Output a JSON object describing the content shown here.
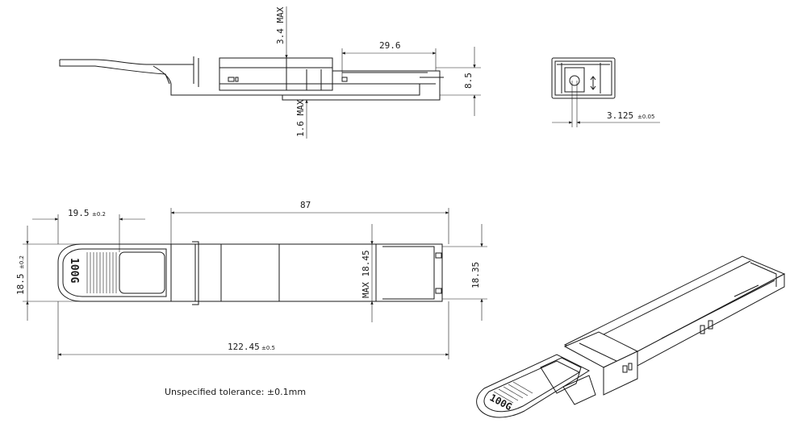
{
  "dimensions": {
    "top_max_upper": "3.4 MAX",
    "top_length": "29.6",
    "top_height": "8.5",
    "top_max_lower": "1.6 MAX",
    "end_offset_value": "3.125",
    "end_offset_tol": "±0.05",
    "latch_length_value": "19.5",
    "latch_length_tol": "±0.2",
    "body_length": "87",
    "width_left_value": "18.5",
    "width_left_tol": "±0.2",
    "width_max": "MAX 18.45",
    "width_right": "18.35",
    "overall_length_value": "122.45",
    "overall_length_tol": "±0.5"
  },
  "labels": {
    "brand_text": "100G"
  },
  "note": {
    "tolerance": "Unspecified tolerance: ±0.1mm"
  }
}
